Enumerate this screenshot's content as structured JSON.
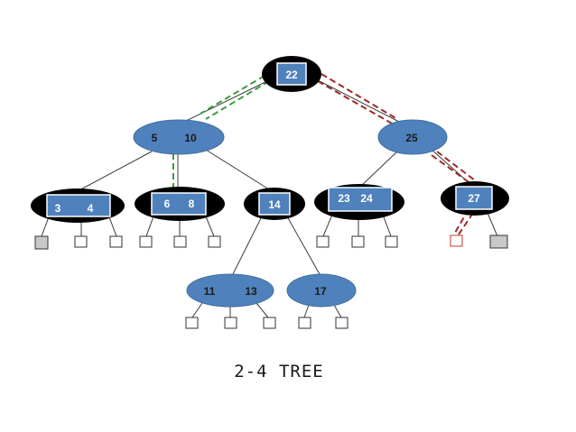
{
  "caption": "2-4 TREE",
  "nodes": {
    "root": {
      "keys": "22"
    },
    "n_5_10": {
      "k1": "5",
      "k2": "10"
    },
    "n_25": {
      "keys": "25"
    },
    "n_3_4": {
      "k1": "3",
      "k2": "4"
    },
    "n_6_8": {
      "k1": "6",
      "k2": "8"
    },
    "n_14": {
      "keys": "14"
    },
    "n_23_24": {
      "k1": "23",
      "k2": "24"
    },
    "n_27": {
      "keys": "27"
    },
    "n_11_13": {
      "k1": "11",
      "k2": "13"
    },
    "n_17": {
      "keys": "17"
    }
  },
  "colors": {
    "node_fill": "#4f81bd",
    "highlight_node": "#000000",
    "search_path_left": "#3f9a3f",
    "search_path_right": "#9b2a2a",
    "gray_leaf": "#c8c8c8",
    "red_leaf": "#c0392b"
  }
}
